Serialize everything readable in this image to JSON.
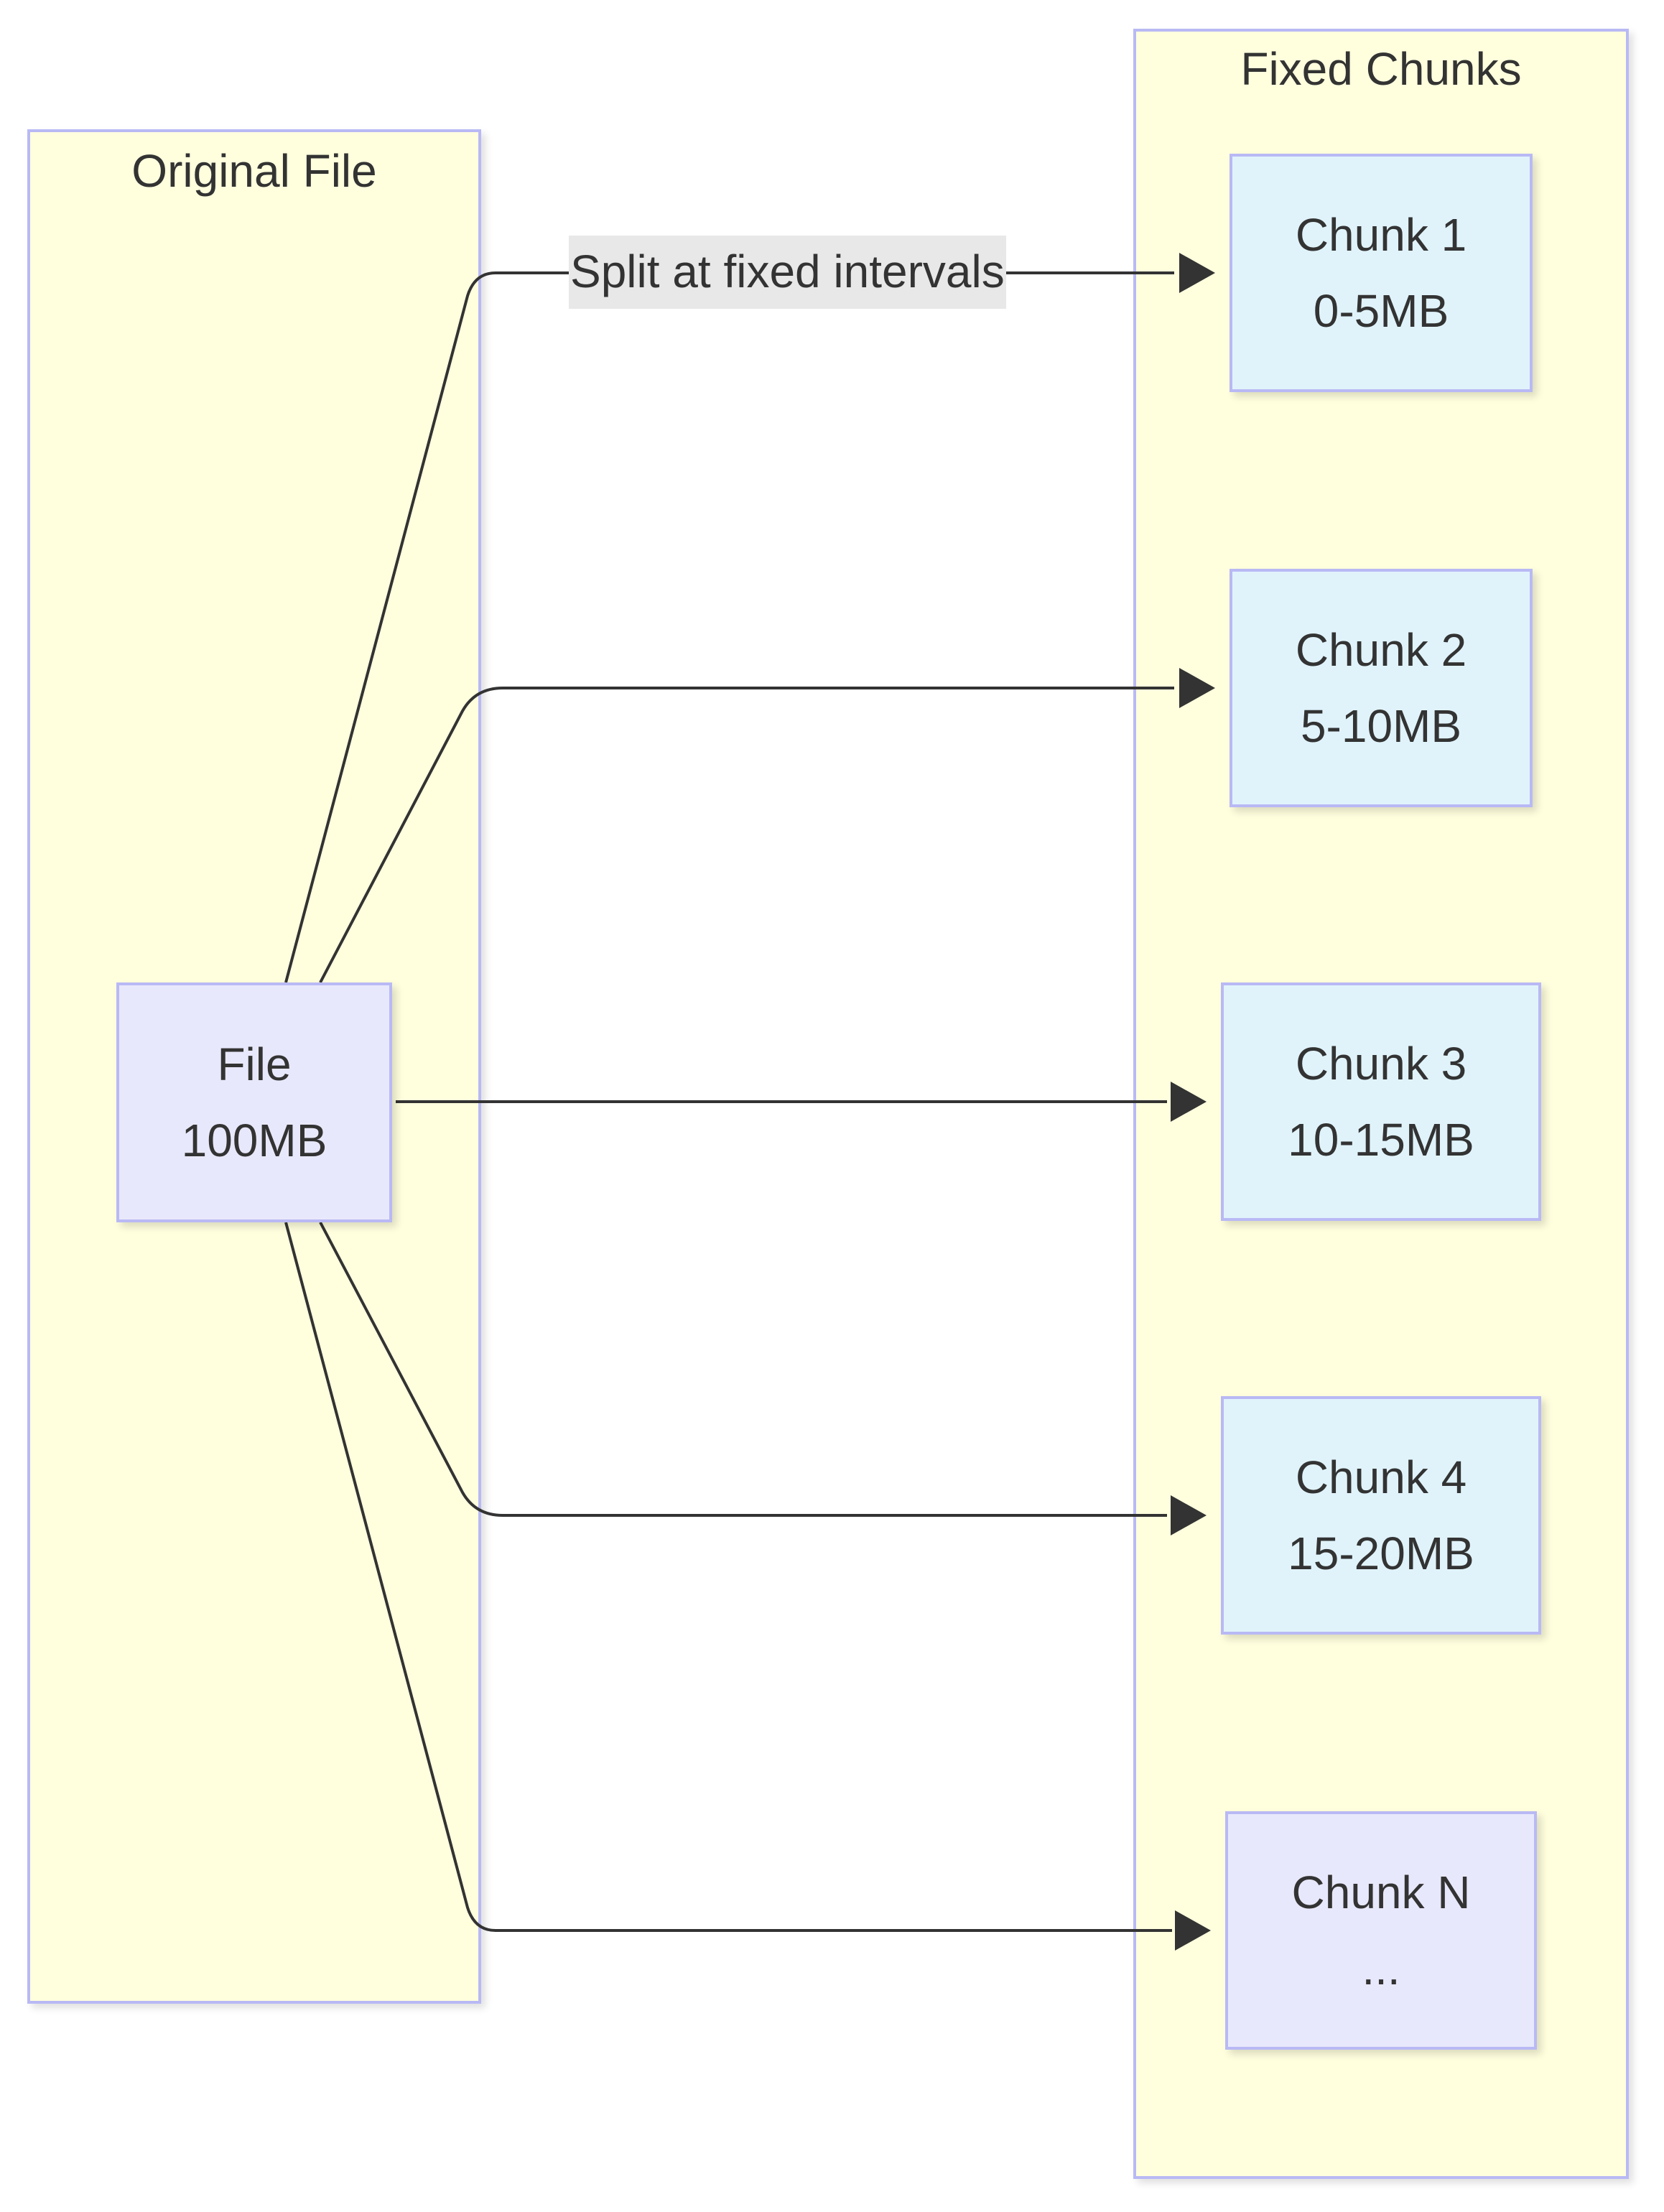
{
  "clusters": {
    "original": {
      "title": "Original File"
    },
    "chunks": {
      "title": "Fixed Chunks"
    }
  },
  "nodes": {
    "file": {
      "line1": "File",
      "line2": "100MB"
    },
    "chunk1": {
      "line1": "Chunk 1",
      "line2": "0-5MB"
    },
    "chunk2": {
      "line1": "Chunk 2",
      "line2": "5-10MB"
    },
    "chunk3": {
      "line1": "Chunk 3",
      "line2": "10-15MB"
    },
    "chunk4": {
      "line1": "Chunk 4",
      "line2": "15-20MB"
    },
    "chunkN": {
      "line1": "Chunk N",
      "line2": "..."
    }
  },
  "edges": [
    {
      "from": "file",
      "to": "chunk1",
      "label": "Split at fixed intervals"
    },
    {
      "from": "file",
      "to": "chunk2",
      "label": ""
    },
    {
      "from": "file",
      "to": "chunk3",
      "label": ""
    },
    {
      "from": "file",
      "to": "chunk4",
      "label": ""
    },
    {
      "from": "file",
      "to": "chunkN",
      "label": ""
    }
  ],
  "colors": {
    "cluster_fill": "#ffffde",
    "node_border": "#b9b9f5",
    "file_fill": "#e8e8fc",
    "chunk_fill": "#e0f3fb",
    "edge": "#333333",
    "label_bg": "#e8e8e8"
  }
}
